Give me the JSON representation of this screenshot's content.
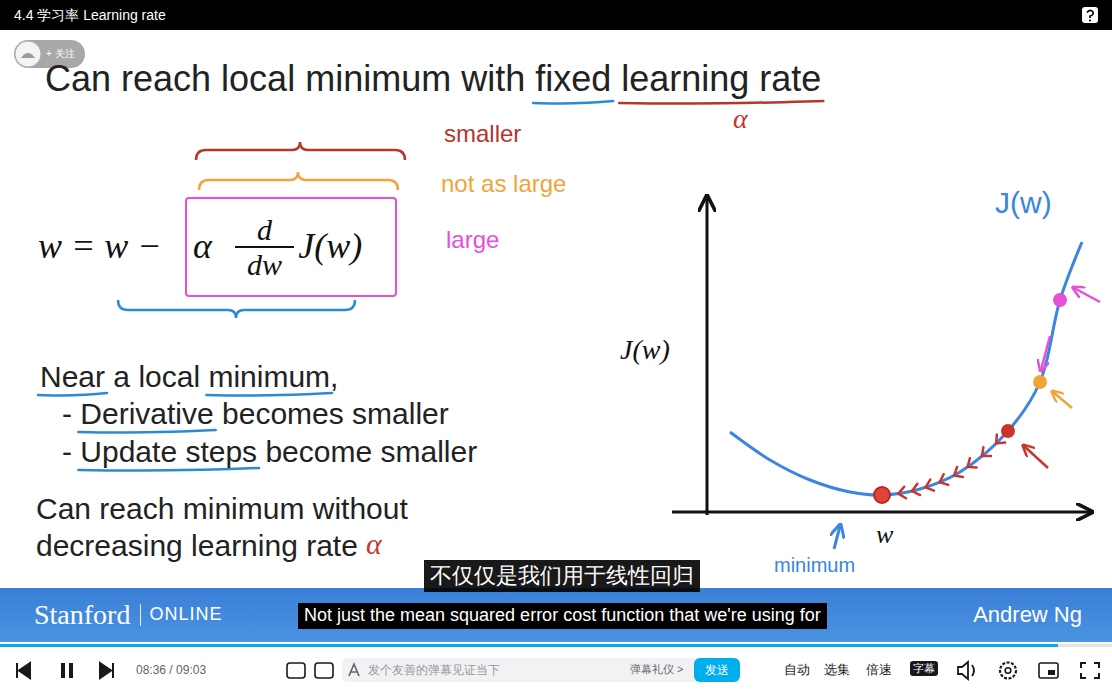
{
  "diagram": {
    "title": "Can reach local minimum with fixed learning rate",
    "nodes": [
      {
        "text": [
          "4.4 学习率 Learning rate"
        ]
      },
      {
        "text": [
          "+ 关注"
        ]
      },
      {
        "text": [
          "α",
          "d",
          "dw",
          "J(w)"
        ]
      },
      {
        "text": [
          "不仅仅是我们用于线性回归"
        ]
      },
      {
        "text": [
          "Not just the mean squared error cost function that we're using for"
        ]
      },
      {
        "text": [
          "Stanford",
          "ONLINE",
          "Andrew Ng"
        ]
      },
      {
        "text": [
          "08:36 / 09:03",
          "自动",
          "选集",
          "倍速",
          "字幕"
        ]
      },
      {
        "text": [
          "发个友善的弹幕见证当下",
          "弹幕礼仪 >"
        ],
        "in": 6
      },
      {
        "text": [
          "发送"
        ],
        "in": 6
      }
    ],
    "labels": [
      "α",
      "smaller",
      "not as large",
      "large",
      "w = w −",
      "Near a local minimum,",
      "- Derivative becomes smaller",
      "- Update steps become smaller",
      "Can reach minimum without decreasing learning rate",
      "α",
      "J(w)",
      "J(w)",
      "w",
      "minimum"
    ]
  }
}
